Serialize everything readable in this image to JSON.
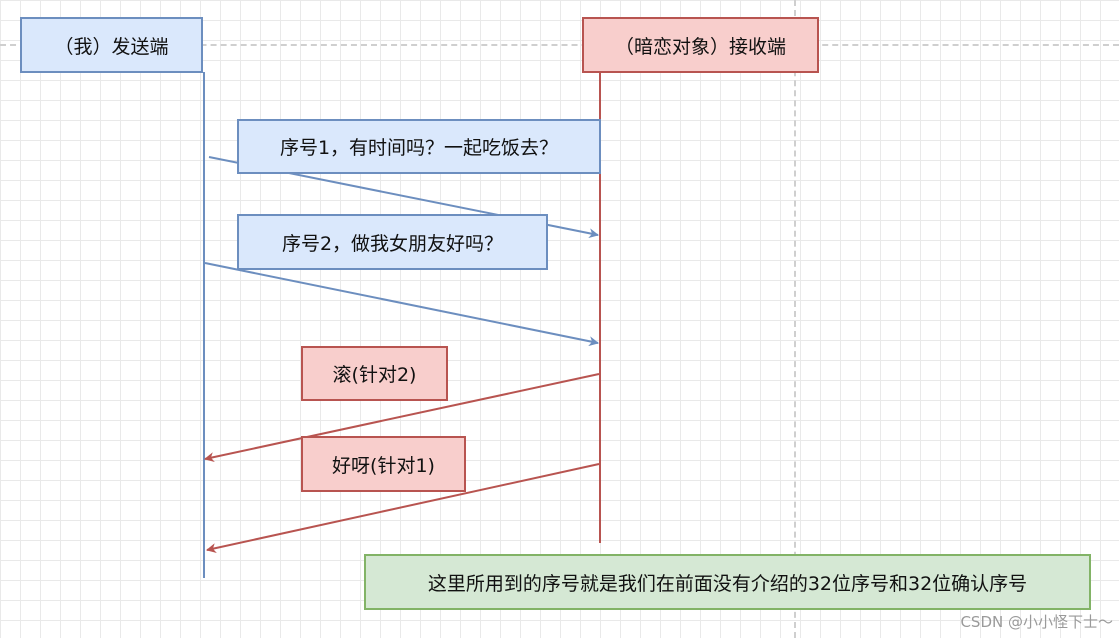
{
  "sender": {
    "label": "（我）发送端"
  },
  "receiver": {
    "label": "（暗恋对象）接收端"
  },
  "messages": [
    {
      "label": "序号1，有时间吗？一起吃饭去？"
    },
    {
      "label": "序号2，做我女朋友好吗？"
    },
    {
      "label": "滚(针对2)"
    },
    {
      "label": "好呀(针对1)"
    }
  ],
  "note": {
    "label": "这里所用到的序号就是我们在前面没有介绍的32位序号和32位确认序号"
  },
  "watermark": {
    "text": "CSDN @小小怪下士～"
  },
  "colors": {
    "blue_fill": "#dae8fc",
    "blue_stroke": "#6c8ebf",
    "red_fill": "#f8cecc",
    "red_stroke": "#b85450",
    "green_fill": "#d5e8d4",
    "green_stroke": "#82b366"
  }
}
